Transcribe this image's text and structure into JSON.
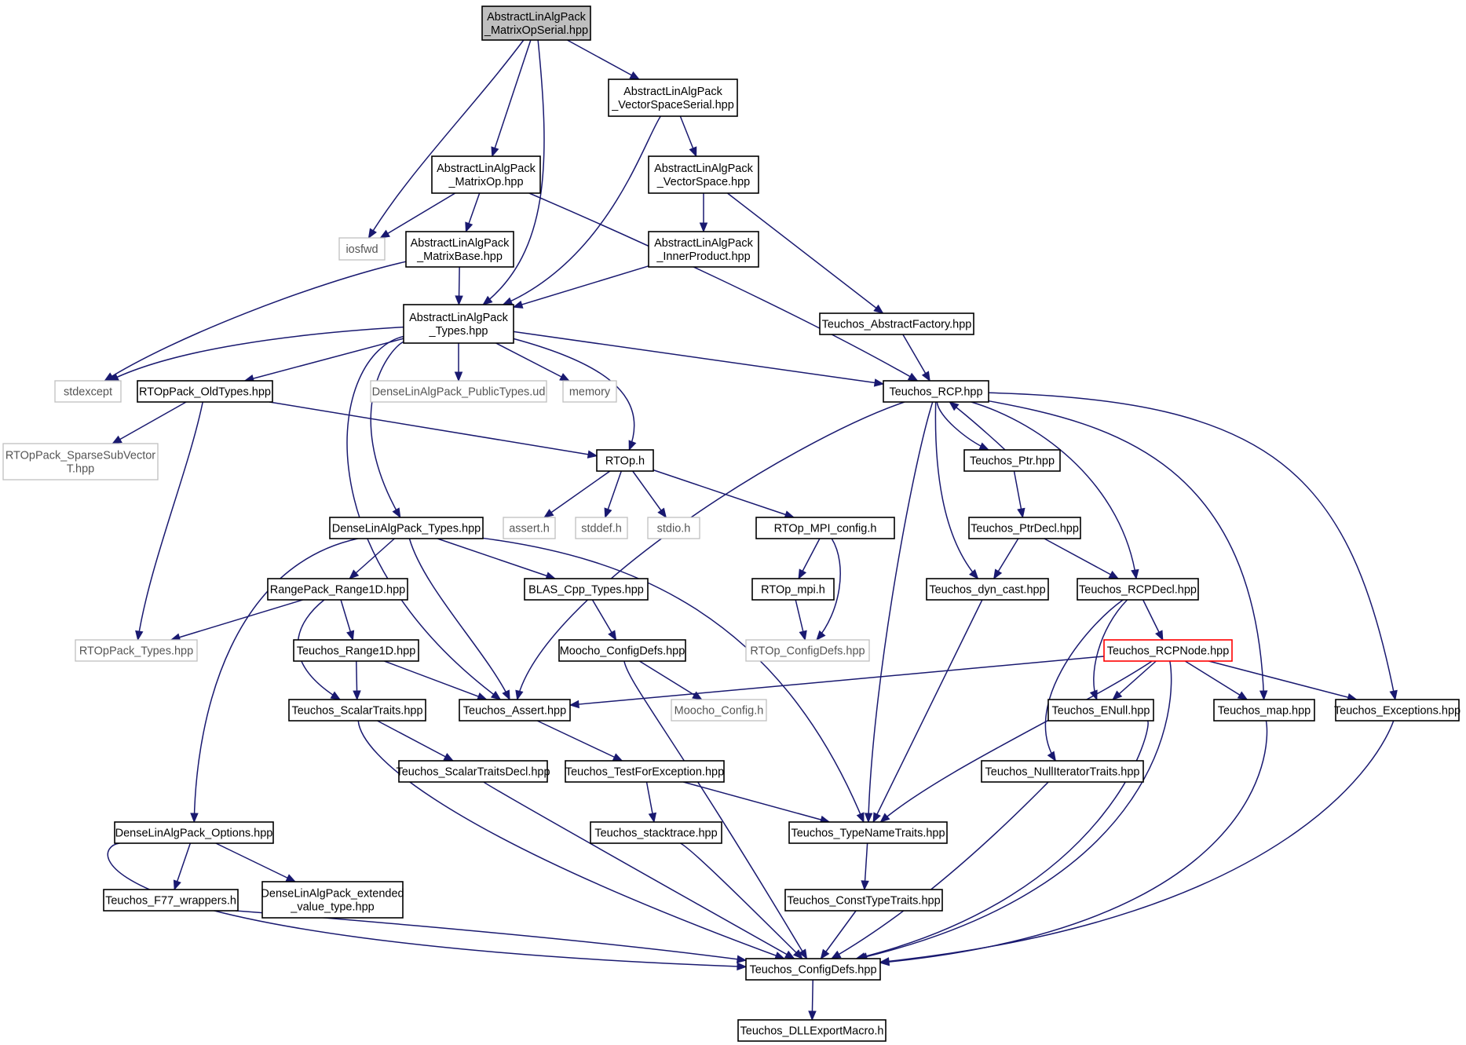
{
  "graph": {
    "edge_color": "#191970",
    "root_fill": "#bfbfbf",
    "external_border": "#bfbfbf",
    "highlight_border": "#ff0000",
    "nodes": [
      {
        "id": "root",
        "lines": [
          "AbstractLinAlgPack",
          "_MatrixOpSerial.hpp"
        ],
        "kind": "root"
      },
      {
        "id": "vss",
        "lines": [
          "AbstractLinAlgPack",
          "_VectorSpaceSerial.hpp"
        ]
      },
      {
        "id": "matop",
        "lines": [
          "AbstractLinAlgPack",
          "_MatrixOp.hpp"
        ]
      },
      {
        "id": "vs",
        "lines": [
          "AbstractLinAlgPack",
          "_VectorSpace.hpp"
        ]
      },
      {
        "id": "iosfwd",
        "lines": [
          "iosfwd"
        ],
        "kind": "external"
      },
      {
        "id": "matbase",
        "lines": [
          "AbstractLinAlgPack",
          "_MatrixBase.hpp"
        ]
      },
      {
        "id": "inner",
        "lines": [
          "AbstractLinAlgPack",
          "_InnerProduct.hpp"
        ]
      },
      {
        "id": "types",
        "lines": [
          "AbstractLinAlgPack",
          "_Types.hpp"
        ]
      },
      {
        "id": "absfac",
        "lines": [
          "Teuchos_AbstractFactory.hpp"
        ]
      },
      {
        "id": "stdexcept",
        "lines": [
          "stdexcept"
        ],
        "kind": "external"
      },
      {
        "id": "oldtypes",
        "lines": [
          "RTOpPack_OldTypes.hpp"
        ]
      },
      {
        "id": "dlapub",
        "lines": [
          "DenseLinAlgPack_PublicTypes.ud"
        ],
        "kind": "external"
      },
      {
        "id": "memory",
        "lines": [
          "memory"
        ],
        "kind": "external"
      },
      {
        "id": "rcp",
        "lines": [
          "Teuchos_RCP.hpp"
        ]
      },
      {
        "id": "sparse",
        "lines": [
          "RTOpPack_SparseSubVector",
          "T.hpp"
        ],
        "kind": "external"
      },
      {
        "id": "rtoph",
        "lines": [
          "RTOp.h"
        ]
      },
      {
        "id": "ptr",
        "lines": [
          "Teuchos_Ptr.hpp"
        ]
      },
      {
        "id": "asserth",
        "lines": [
          "assert.h"
        ],
        "kind": "external"
      },
      {
        "id": "stddef",
        "lines": [
          "stddef.h"
        ],
        "kind": "external"
      },
      {
        "id": "stdio",
        "lines": [
          "stdio.h"
        ],
        "kind": "external"
      },
      {
        "id": "dlatypes",
        "lines": [
          "DenseLinAlgPack_Types.hpp"
        ]
      },
      {
        "id": "mpiconfig",
        "lines": [
          "RTOp_MPI_config.h"
        ]
      },
      {
        "id": "ptrdecl",
        "lines": [
          "Teuchos_PtrDecl.hpp"
        ]
      },
      {
        "id": "range1d",
        "lines": [
          "RangePack_Range1D.hpp"
        ]
      },
      {
        "id": "blas",
        "lines": [
          "BLAS_Cpp_Types.hpp"
        ]
      },
      {
        "id": "rtopmpi",
        "lines": [
          "RTOp_mpi.h"
        ]
      },
      {
        "id": "dyncast",
        "lines": [
          "Teuchos_dyn_cast.hpp"
        ]
      },
      {
        "id": "rcpdecl",
        "lines": [
          "Teuchos_RCPDecl.hpp"
        ]
      },
      {
        "id": "rtoptypes",
        "lines": [
          "RTOpPack_Types.hpp"
        ],
        "kind": "external"
      },
      {
        "id": "trange1d",
        "lines": [
          "Teuchos_Range1D.hpp"
        ]
      },
      {
        "id": "moochocfg",
        "lines": [
          "Moocho_ConfigDefs.hpp"
        ]
      },
      {
        "id": "rtopcfg",
        "lines": [
          "RTOp_ConfigDefs.hpp"
        ],
        "kind": "external"
      },
      {
        "id": "rcpnode",
        "lines": [
          "Teuchos_RCPNode.hpp"
        ],
        "kind": "highlight"
      },
      {
        "id": "scalar",
        "lines": [
          "Teuchos_ScalarTraits.hpp"
        ]
      },
      {
        "id": "tassert",
        "lines": [
          "Teuchos_Assert.hpp"
        ]
      },
      {
        "id": "moochoh",
        "lines": [
          "Moocho_Config.h"
        ],
        "kind": "external"
      },
      {
        "id": "enull",
        "lines": [
          "Teuchos_ENull.hpp"
        ]
      },
      {
        "id": "tmap",
        "lines": [
          "Teuchos_map.hpp"
        ]
      },
      {
        "id": "texc",
        "lines": [
          "Teuchos_Exceptions.hpp"
        ]
      },
      {
        "id": "scalardecl",
        "lines": [
          "Teuchos_ScalarTraitsDecl.hpp"
        ]
      },
      {
        "id": "testexc",
        "lines": [
          "Teuchos_TestForException.hpp"
        ]
      },
      {
        "id": "nulliter",
        "lines": [
          "Teuchos_NullIteratorTraits.hpp"
        ]
      },
      {
        "id": "dlaopts",
        "lines": [
          "DenseLinAlgPack_Options.hpp"
        ]
      },
      {
        "id": "stack",
        "lines": [
          "Teuchos_stacktrace.hpp"
        ]
      },
      {
        "id": "typename",
        "lines": [
          "Teuchos_TypeNameTraits.hpp"
        ]
      },
      {
        "id": "f77",
        "lines": [
          "Teuchos_F77_wrappers.h"
        ]
      },
      {
        "id": "extval",
        "lines": [
          "DenseLinAlgPack_extended",
          "_value_type.hpp"
        ]
      },
      {
        "id": "consttype",
        "lines": [
          "Teuchos_ConstTypeTraits.hpp"
        ]
      },
      {
        "id": "tcfg",
        "lines": [
          "Teuchos_ConfigDefs.hpp"
        ]
      },
      {
        "id": "dll",
        "lines": [
          "Teuchos_DLLExportMacro.h"
        ]
      }
    ],
    "edges": [
      [
        "root",
        "iosfwd"
      ],
      [
        "root",
        "matop"
      ],
      [
        "root",
        "types"
      ],
      [
        "root",
        "vss"
      ],
      [
        "vss",
        "types"
      ],
      [
        "vss",
        "vs"
      ],
      [
        "matop",
        "iosfwd"
      ],
      [
        "matop",
        "matbase"
      ],
      [
        "matop",
        "rcp"
      ],
      [
        "vs",
        "inner"
      ],
      [
        "vs",
        "absfac"
      ],
      [
        "matbase",
        "types"
      ],
      [
        "matbase",
        "stdexcept"
      ],
      [
        "inner",
        "types"
      ],
      [
        "absfac",
        "rcp"
      ],
      [
        "types",
        "stdexcept"
      ],
      [
        "types",
        "oldtypes"
      ],
      [
        "types",
        "dlapub"
      ],
      [
        "types",
        "memory"
      ],
      [
        "types",
        "rtoph"
      ],
      [
        "types",
        "rcp"
      ],
      [
        "types",
        "dlatypes"
      ],
      [
        "types",
        "tassert"
      ],
      [
        "oldtypes",
        "sparse"
      ],
      [
        "oldtypes",
        "rtoph"
      ],
      [
        "oldtypes",
        "rtoptypes"
      ],
      [
        "rcp",
        "ptr"
      ],
      [
        "ptr",
        "rcp"
      ],
      [
        "rcp",
        "dyncast"
      ],
      [
        "rcp",
        "rcpdecl"
      ],
      [
        "rcp",
        "tassert"
      ],
      [
        "rcp",
        "typename"
      ],
      [
        "rcp",
        "tmap"
      ],
      [
        "rcp",
        "texc"
      ],
      [
        "rtoph",
        "asserth"
      ],
      [
        "rtoph",
        "stddef"
      ],
      [
        "rtoph",
        "stdio"
      ],
      [
        "rtoph",
        "mpiconfig"
      ],
      [
        "ptr",
        "ptrdecl"
      ],
      [
        "ptrdecl",
        "dyncast"
      ],
      [
        "ptrdecl",
        "rcpdecl"
      ],
      [
        "dlatypes",
        "range1d"
      ],
      [
        "dlatypes",
        "blas"
      ],
      [
        "dlatypes",
        "tassert"
      ],
      [
        "dlatypes",
        "typename"
      ],
      [
        "dlatypes",
        "dlaopts"
      ],
      [
        "mpiconfig",
        "rtopmpi"
      ],
      [
        "mpiconfig",
        "rtopcfg"
      ],
      [
        "rtopmpi",
        "rtopcfg"
      ],
      [
        "range1d",
        "rtoptypes"
      ],
      [
        "range1d",
        "trange1d"
      ],
      [
        "range1d",
        "scalar"
      ],
      [
        "blas",
        "moochocfg"
      ],
      [
        "dyncast",
        "typename"
      ],
      [
        "rcpdecl",
        "rcpnode"
      ],
      [
        "rcpdecl",
        "enull"
      ],
      [
        "rcpdecl",
        "nulliter"
      ],
      [
        "trange1d",
        "scalar"
      ],
      [
        "trange1d",
        "tassert"
      ],
      [
        "moochocfg",
        "moochoh"
      ],
      [
        "moochocfg",
        "tcfg"
      ],
      [
        "rcpnode",
        "tassert"
      ],
      [
        "rcpnode",
        "enull"
      ],
      [
        "rcpnode",
        "tmap"
      ],
      [
        "rcpnode",
        "texc"
      ],
      [
        "rcpnode",
        "typename"
      ],
      [
        "rcpnode",
        "tcfg"
      ],
      [
        "scalar",
        "scalardecl"
      ],
      [
        "scalar",
        "tcfg"
      ],
      [
        "tassert",
        "testexc"
      ],
      [
        "enull",
        "tcfg"
      ],
      [
        "tmap",
        "tcfg"
      ],
      [
        "texc",
        "tcfg"
      ],
      [
        "scalardecl",
        "tcfg"
      ],
      [
        "testexc",
        "stack"
      ],
      [
        "testexc",
        "typename"
      ],
      [
        "nulliter",
        "tcfg"
      ],
      [
        "dlaopts",
        "f77"
      ],
      [
        "dlaopts",
        "extval"
      ],
      [
        "dlaopts",
        "tcfg"
      ],
      [
        "stack",
        "tcfg"
      ],
      [
        "typename",
        "consttype"
      ],
      [
        "f77",
        "tcfg"
      ],
      [
        "consttype",
        "tcfg"
      ],
      [
        "tcfg",
        "dll"
      ]
    ]
  }
}
